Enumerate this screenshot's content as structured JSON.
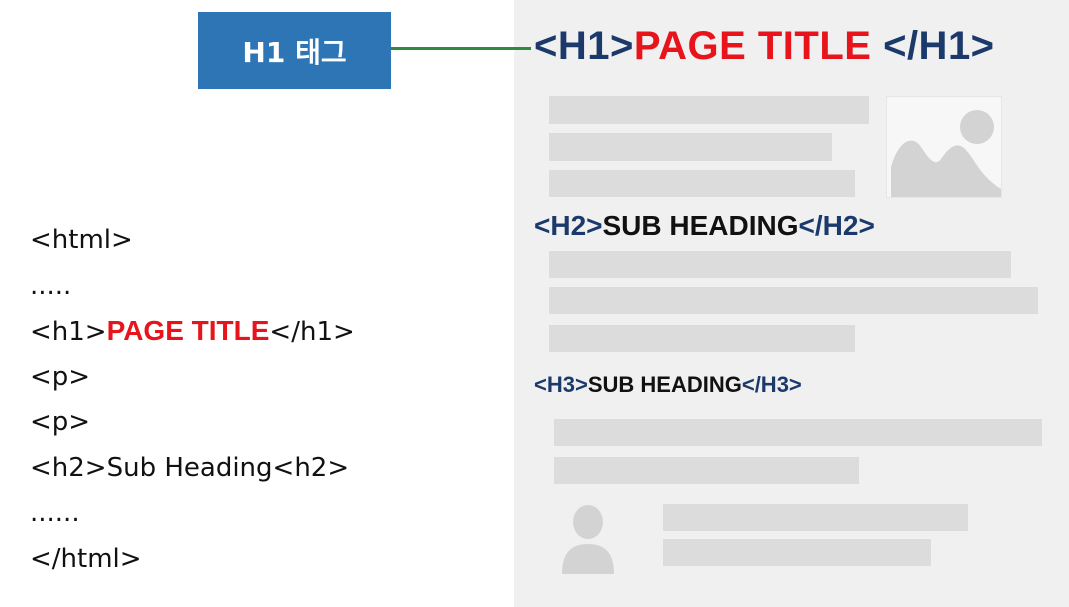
{
  "label_box": {
    "text": "H1 태그",
    "color": "#2e75b6"
  },
  "connector_color": "#2e8b3e",
  "page_mock": {
    "h1": {
      "open_tag": "<H1>",
      "text": "PAGE TITLE ",
      "close_tag": "</H1>"
    },
    "h2": {
      "open_tag": "<H2>",
      "text": "SUB HEADING",
      "close_tag": "</H2>"
    },
    "h3": {
      "open_tag": "<H3>",
      "text": "SUB HEADING",
      "close_tag": "</H3>"
    },
    "image_icon": "image-placeholder-icon",
    "user_icon": "user-placeholder-icon"
  },
  "code": {
    "line1": "<html>",
    "line2": ".....",
    "line3_open": "<h1>",
    "line3_text": "PAGE TITLE",
    "line3_close": "</h1>",
    "line4": "<p>",
    "line5": "<p>",
    "line6": "<h2>Sub Heading<h2>",
    "line7": "......",
    "line8": "</html>"
  },
  "colors": {
    "tag_blue": "#1b3a6b",
    "title_red": "#e8141c",
    "placeholder_bar": "#dcdcdc",
    "page_background": "#f0f0f0"
  }
}
